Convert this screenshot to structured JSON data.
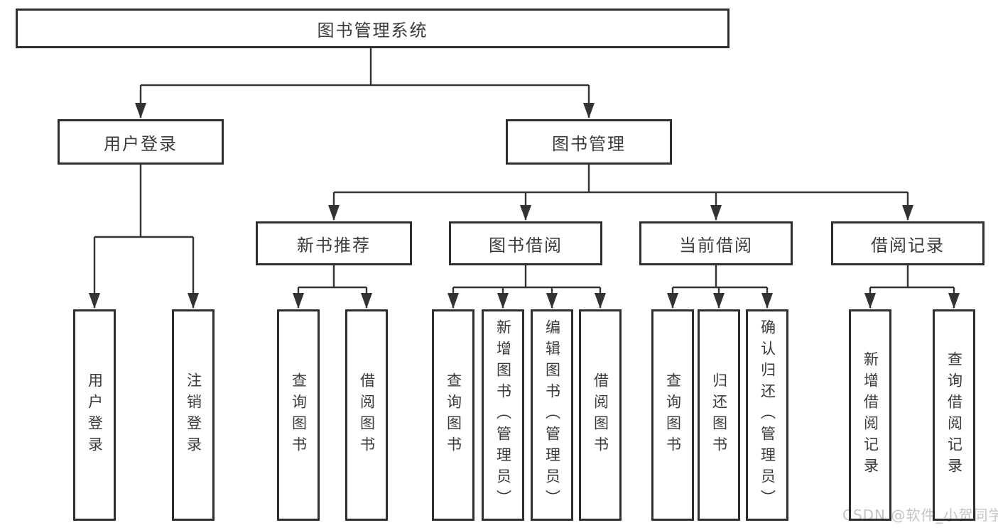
{
  "diagram": {
    "type": "hierarchy-tree",
    "root": {
      "label": "图书管理系统"
    },
    "level2": {
      "user_login": {
        "label": "用户登录"
      },
      "book_mgmt": {
        "label": "图书管理"
      }
    },
    "level3": {
      "new_books": {
        "label": "新书推荐"
      },
      "book_borrow": {
        "label": "图书借阅"
      },
      "current_borrow": {
        "label": "当前借阅"
      },
      "borrow_records": {
        "label": "借阅记录"
      }
    },
    "leaves": {
      "user_login": [
        "用户登录",
        "注销登录"
      ],
      "new_books": [
        "查询图书",
        "借阅图书"
      ],
      "book_borrow": [
        "查询图书",
        "新增图书（管理员）",
        "编辑图书（管理员）",
        "借阅图书"
      ],
      "current_borrow": [
        "查询图书",
        "归还图书",
        "确认归还（管理员）"
      ],
      "borrow_records": [
        "新增借阅记录",
        "查询借阅记录"
      ]
    }
  },
  "watermark": "CSDN @软件_小贺同学",
  "colors": {
    "line": "#333333",
    "border": "#2f2f2f",
    "text": "#3a3a3a",
    "watermark": "#c4c4c4",
    "background": "#ffffff"
  }
}
